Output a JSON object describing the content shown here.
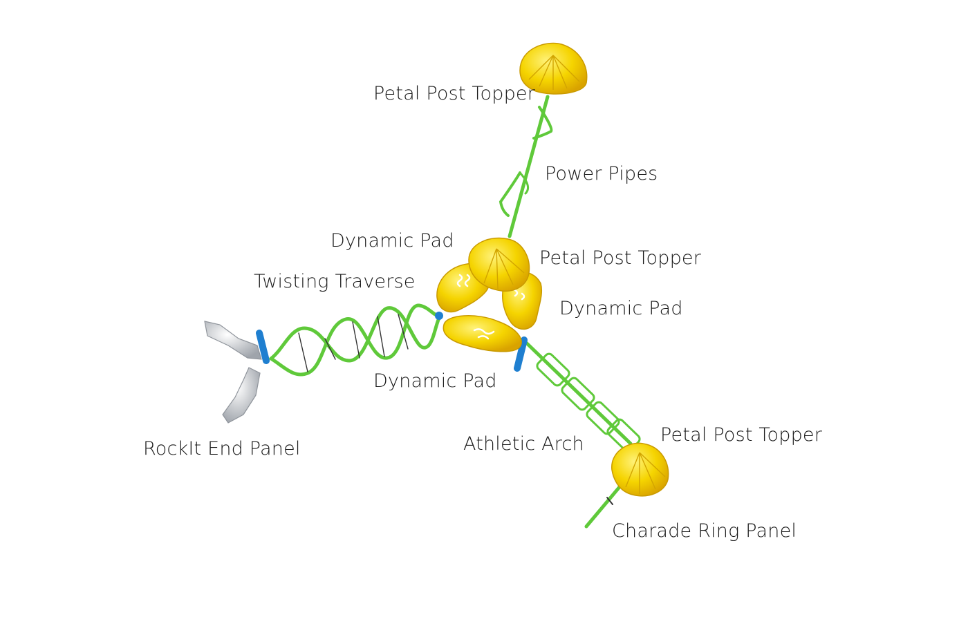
{
  "diagram": {
    "components": {
      "petal_top": "Petal Post Topper",
      "power_pipes": "Power Pipes",
      "dynamic_pad_upper": "Dynamic Pad",
      "petal_center": "Petal Post Topper",
      "twisting_traverse": "Twisting Traverse",
      "dynamic_pad_right": "Dynamic Pad",
      "dynamic_pad_lower": "Dynamic Pad",
      "athletic_arch": "Athletic Arch",
      "petal_bottom": "Petal Post Topper",
      "rockit_end_panel": "RockIt End Panel",
      "charade_ring_panel": "Charade Ring Panel"
    },
    "colors": {
      "pipe_green": "#5fc93a",
      "topper_yellow": "#f5c800",
      "post_blue": "#1f7fd0",
      "panel_gray": "#c9cdd3"
    }
  }
}
